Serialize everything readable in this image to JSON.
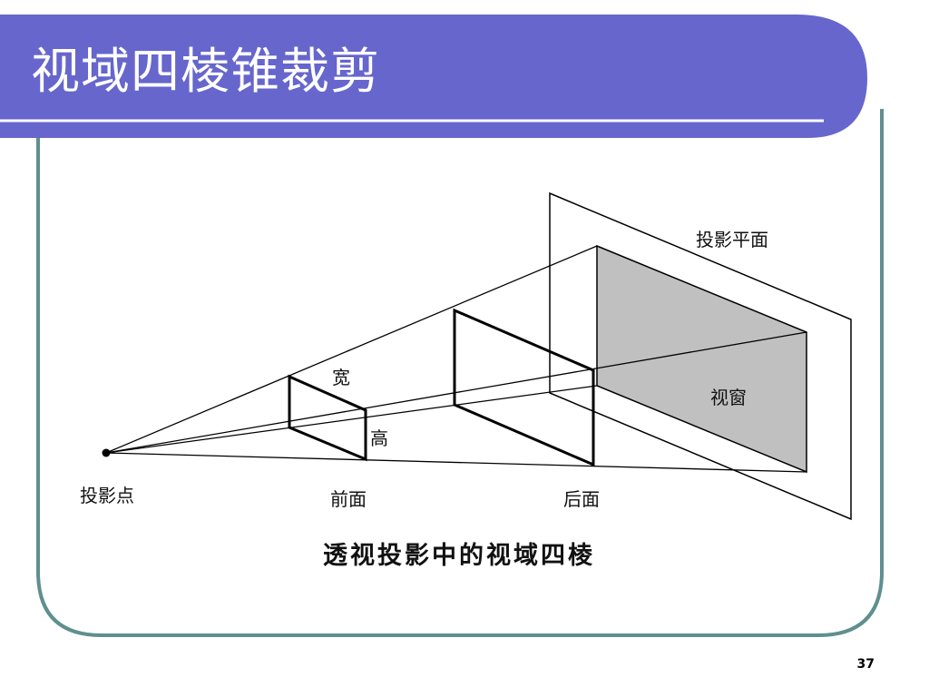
{
  "slide": {
    "title": "视域四棱锥裁剪",
    "page_number": "37",
    "colors": {
      "header_band": "#6666cc",
      "frame_border": "#5f8f8f",
      "viewport_fill": "#c0c0c0",
      "line": "#000000"
    }
  },
  "diagram": {
    "labels": {
      "projection_plane": "投影平面",
      "viewport": "视窗",
      "width": "宽",
      "height": "高",
      "projection_point": "投影点",
      "front_face": "前面",
      "back_face": "后面"
    },
    "caption": "透视投影中的视域四棱"
  }
}
